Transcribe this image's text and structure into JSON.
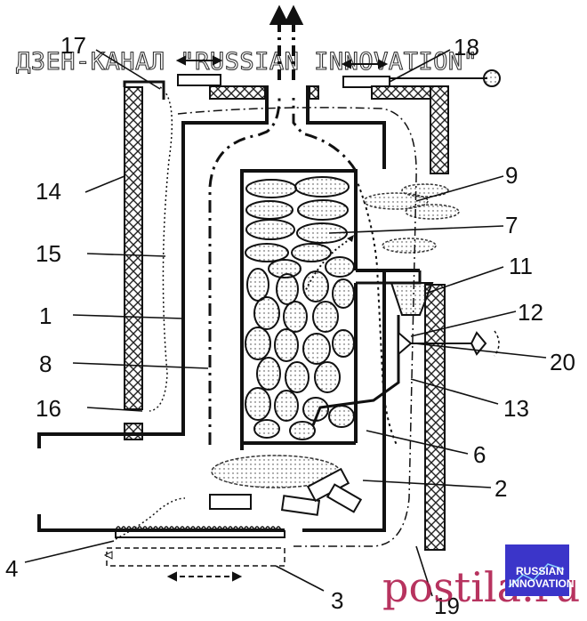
{
  "watermark": "ДЗЕН-КАНАЛ \"RUSSIAN INNOVATION\"",
  "labels": {
    "n1": "1",
    "n2": "2",
    "n3": "3",
    "n4": "4",
    "n6": "6",
    "n7": "7",
    "n8": "8",
    "n9": "9",
    "n11": "11",
    "n12": "12",
    "n13": "13",
    "n14": "14",
    "n15": "15",
    "n16": "16",
    "n17": "17",
    "n18": "18",
    "n19": "19",
    "n20": "20"
  },
  "footer_site": "postila.ru",
  "logo": {
    "line1": "RUSSIAN",
    "line2": "INNOVATION",
    "bg": "#3b35c9"
  }
}
